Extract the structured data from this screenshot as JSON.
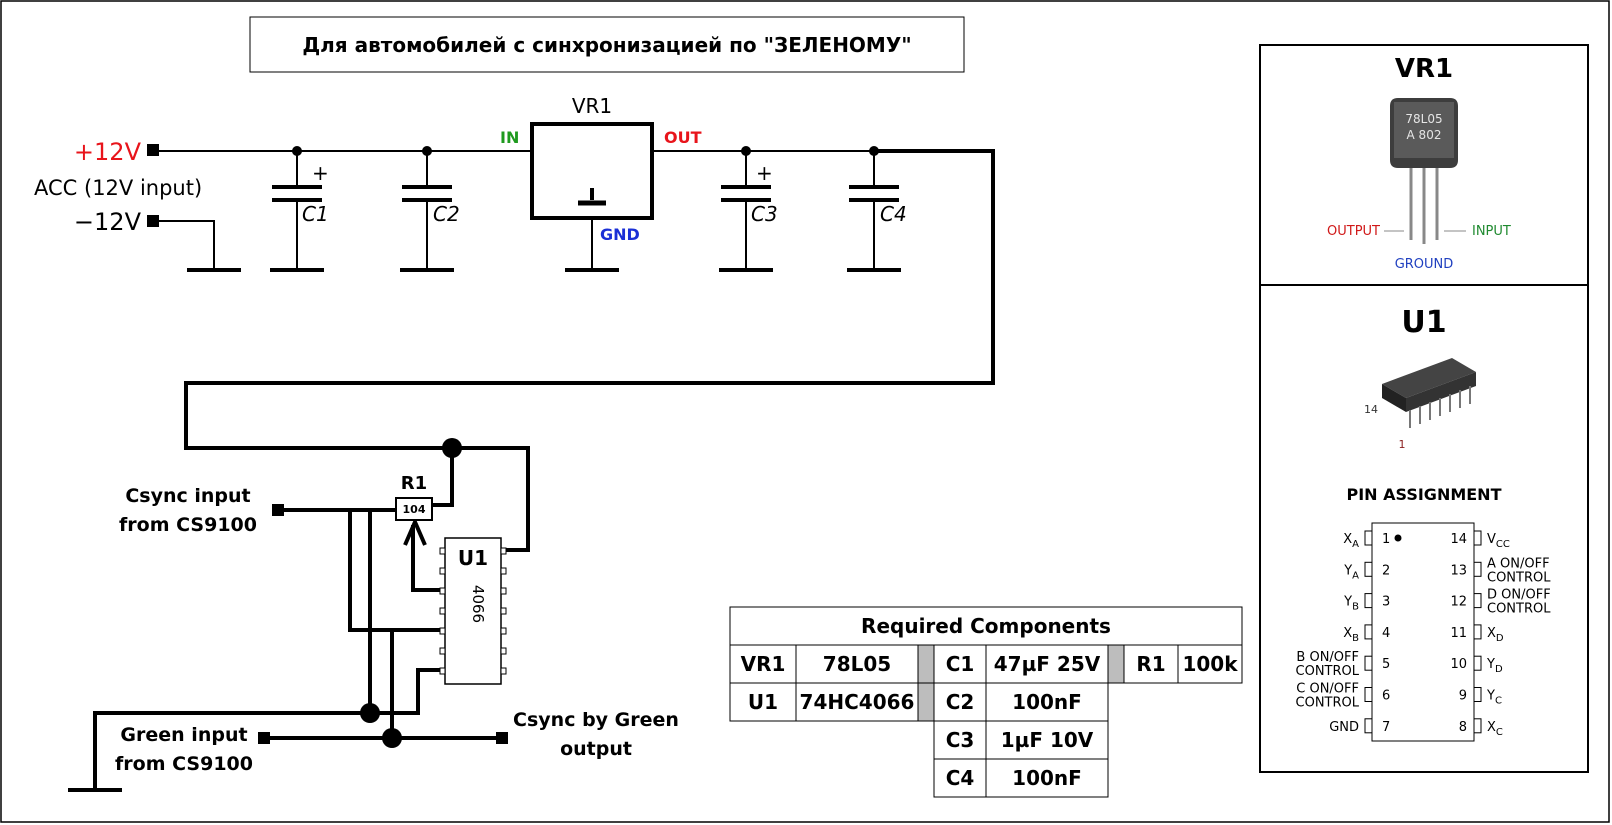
{
  "title": "Для автомобилей с синхронизацией по \"ЗЕЛЕНОМУ\"",
  "power": {
    "plus": "+12V",
    "acc": "ACC (12V input)",
    "minus": "−12V"
  },
  "regulator": {
    "name": "VR1",
    "in": "IN",
    "out": "OUT",
    "gnd": "GND"
  },
  "caps": {
    "c1": "C1",
    "c2": "C2",
    "c3": "C3",
    "c4": "C4",
    "plus": "+"
  },
  "resistor": {
    "name": "R1",
    "code": "104"
  },
  "chip": {
    "name": "U1",
    "part": "4066"
  },
  "io": {
    "csync_in": [
      "Csync input",
      "from CS9100"
    ],
    "green_in": [
      "Green input",
      "from CS9100"
    ],
    "csync_out": [
      "Csync by Green",
      "output"
    ]
  },
  "components_table": {
    "header": "Required  Components",
    "vr1": [
      "VR1",
      "78L05"
    ],
    "u1": [
      "U1",
      "74HC4066"
    ],
    "c1": [
      "C1",
      "47µF 25V"
    ],
    "c2": [
      "C2",
      "100nF"
    ],
    "c3": [
      "C3",
      "1µF 10V"
    ],
    "c4": [
      "C4",
      "100nF"
    ],
    "r1": [
      "R1",
      "100k"
    ]
  },
  "vr1_panel": {
    "title": "VR1",
    "marking": [
      "78L05",
      "A  802"
    ],
    "output": "OUTPUT",
    "input": "INPUT",
    "ground": "GROUND"
  },
  "u1_panel": {
    "title": "U1",
    "pin14": "14",
    "pin1": "1",
    "pin_assignment": "PIN ASSIGNMENT",
    "left_pins": [
      {
        "num": "1",
        "name": "X",
        "sub": "A"
      },
      {
        "num": "2",
        "name": "Y",
        "sub": "A"
      },
      {
        "num": "3",
        "name": "Y",
        "sub": "B"
      },
      {
        "num": "4",
        "name": "X",
        "sub": "B"
      },
      {
        "num": "5",
        "name": "B ON/OFF",
        "name2": "CONTROL",
        "sub": ""
      },
      {
        "num": "6",
        "name": "C ON/OFF",
        "name2": "CONTROL",
        "sub": ""
      },
      {
        "num": "7",
        "name": "GND",
        "sub": ""
      }
    ],
    "right_pins": [
      {
        "num": "14",
        "name": "V",
        "sub": "CC"
      },
      {
        "num": "13",
        "name": "A ON/OFF",
        "name2": "CONTROL",
        "sub": ""
      },
      {
        "num": "12",
        "name": "D ON/OFF",
        "name2": "CONTROL",
        "sub": ""
      },
      {
        "num": "11",
        "name": "X",
        "sub": "D"
      },
      {
        "num": "10",
        "name": "Y",
        "sub": "D"
      },
      {
        "num": "9",
        "name": "Y",
        "sub": "C"
      },
      {
        "num": "8",
        "name": "X",
        "sub": "C"
      }
    ]
  },
  "colors": {
    "plus": "#e8141b",
    "in": "#1f9a1f",
    "out": "#e8141b",
    "gnd": "#1a2fd6",
    "output_label": "#d01818",
    "input_label": "#1f8a2f",
    "ground_label": "#2040c0"
  }
}
